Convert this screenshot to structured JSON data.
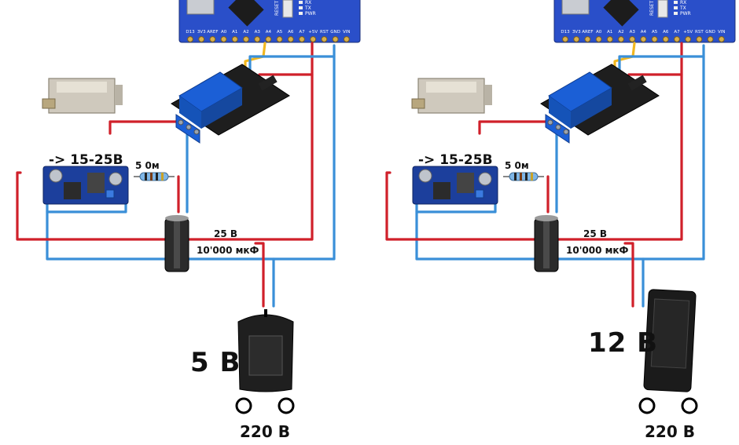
{
  "diagrams": [
    {
      "id": "left",
      "converter_label": "-> 15-25В",
      "resistor_label": "5 0м",
      "capacitor_voltage": "25 В",
      "capacitor_capacity": "10'000 мкФ",
      "supply_voltage": "5 В",
      "mains_voltage": "220 В",
      "adapter_type": "wall-plug"
    },
    {
      "id": "right",
      "converter_label": "-> 15-25В",
      "resistor_label": "5 0м",
      "capacitor_voltage": "25 В",
      "capacitor_capacity": "10'000 мкФ",
      "supply_voltage": "12 В",
      "mains_voltage": "220 В",
      "adapter_type": "desktop-brick"
    }
  ],
  "arduino_pins": [
    "D13",
    "3V3",
    "AREF",
    "A0",
    "A1",
    "A2",
    "A3",
    "A4",
    "A5",
    "A6",
    "A7",
    "+5V",
    "RST",
    "GND",
    "VIN"
  ],
  "arduino_leds": [
    "RX",
    "TX",
    "PWR"
  ],
  "arduino_reset_label": "RESET",
  "colors": {
    "wire_red": "#d0202a",
    "wire_blue": "#3a8fd8",
    "wire_yellow": "#f2b820",
    "board_blue": "#2a4fc9",
    "relay_blue": "#1b5fd6",
    "converter_blue": "#1c3f9c",
    "capacitor_body": "#2b2b2b"
  }
}
